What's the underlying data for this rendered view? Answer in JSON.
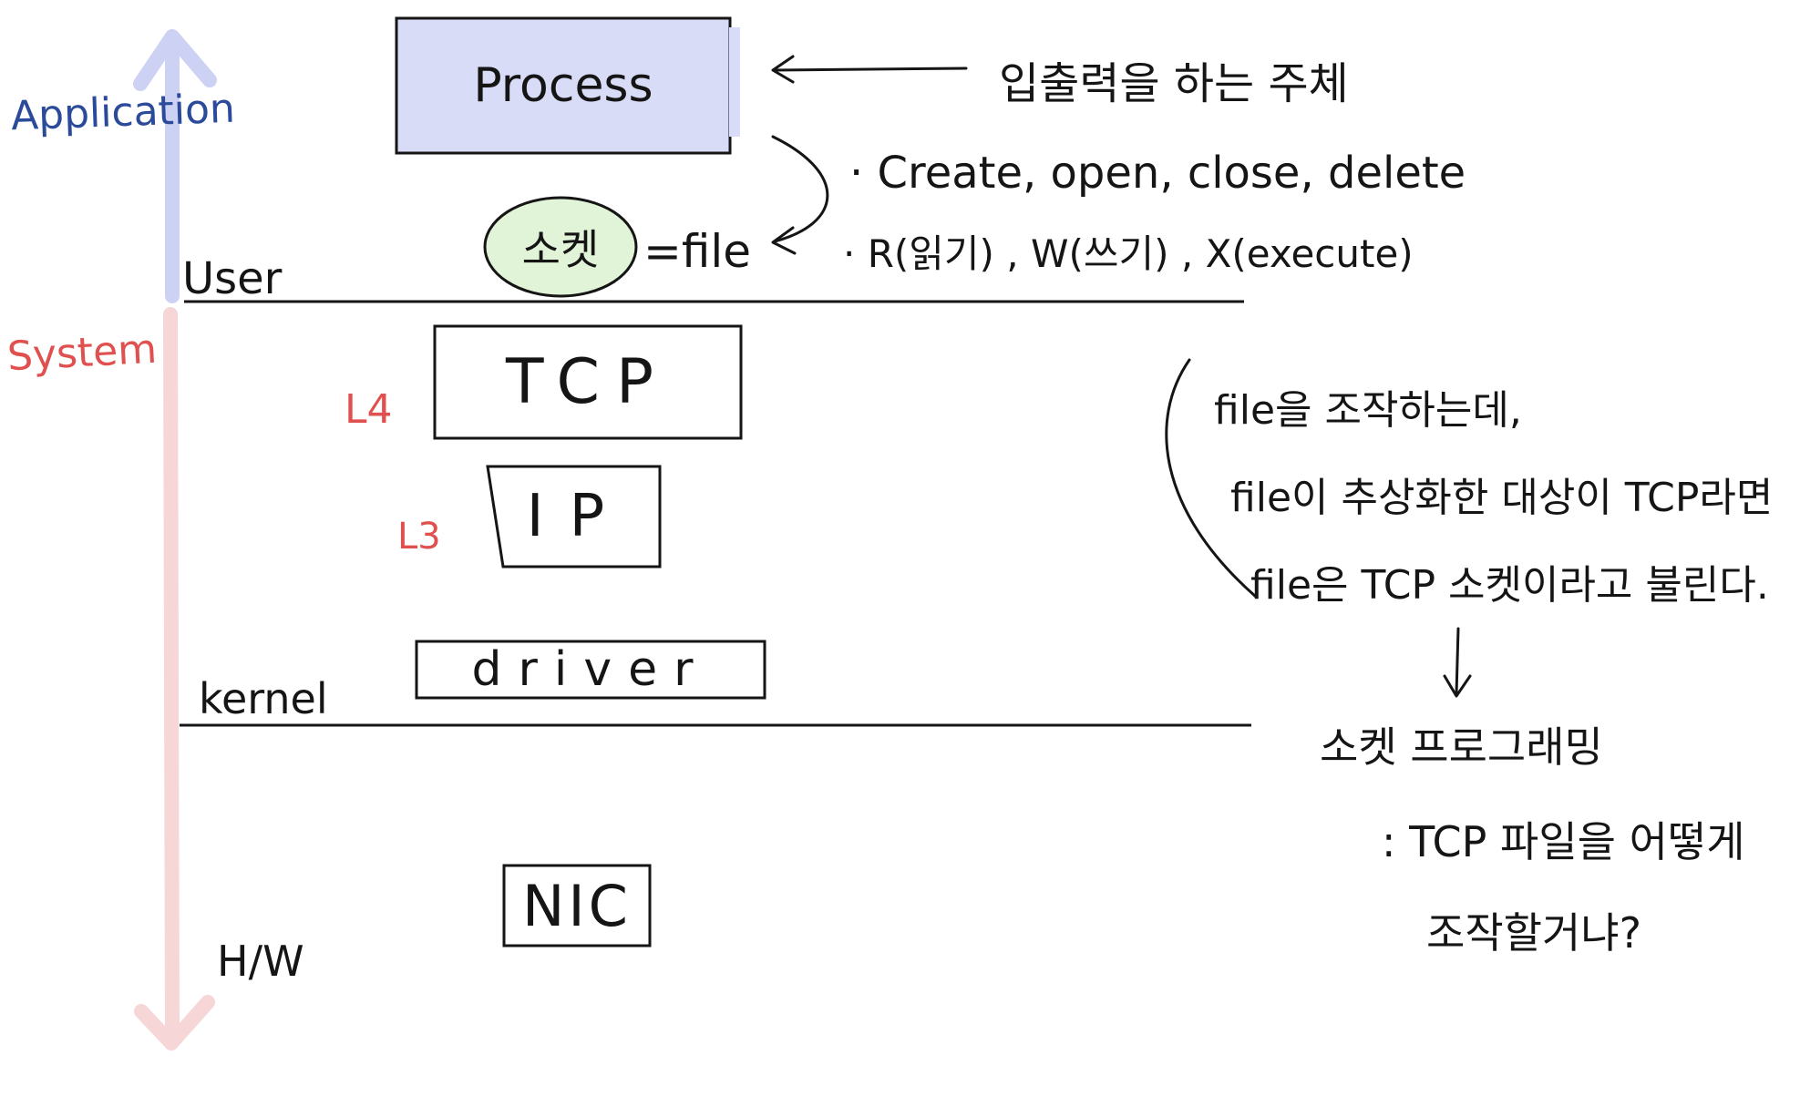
{
  "colors": {
    "application_arrow": "#cdd2f4",
    "system_arrow": "#f6d6d6",
    "application_text": "#2b4a9a",
    "system_text": "#e0504f",
    "layer_label_text": "#e0504f",
    "process_fill": "#d9dcf7",
    "socket_fill": "#e2f4d8",
    "ink": "#151515"
  },
  "side": {
    "application": "Application",
    "system": "System"
  },
  "levels": {
    "user": "User",
    "kernel": "kernel",
    "hw": "H/W"
  },
  "boxes": {
    "process": "Process",
    "socket": "소켓",
    "socket_eq": "=file",
    "tcp": "TCP",
    "ip": "IP",
    "driver": "driver",
    "nic": "NIC"
  },
  "layers": {
    "l4": "L4",
    "l3": "L3"
  },
  "notes": {
    "subject": "입출력을 하는 주체",
    "ops_line1": "· Create, open, close, delete",
    "ops_line2": "· R(읽기) , W(쓰기) , X(execute)",
    "file_line1": "file을 조작하는데,",
    "file_line2": "file이 추상화한 대상이 TCP라면",
    "file_line3": "file은 TCP 소켓이라고 불린다.",
    "socket_programming": "소켓 프로그래밍",
    "question_line1": ": TCP 파일을 어떻게",
    "question_line2": "조작할거냐?"
  }
}
